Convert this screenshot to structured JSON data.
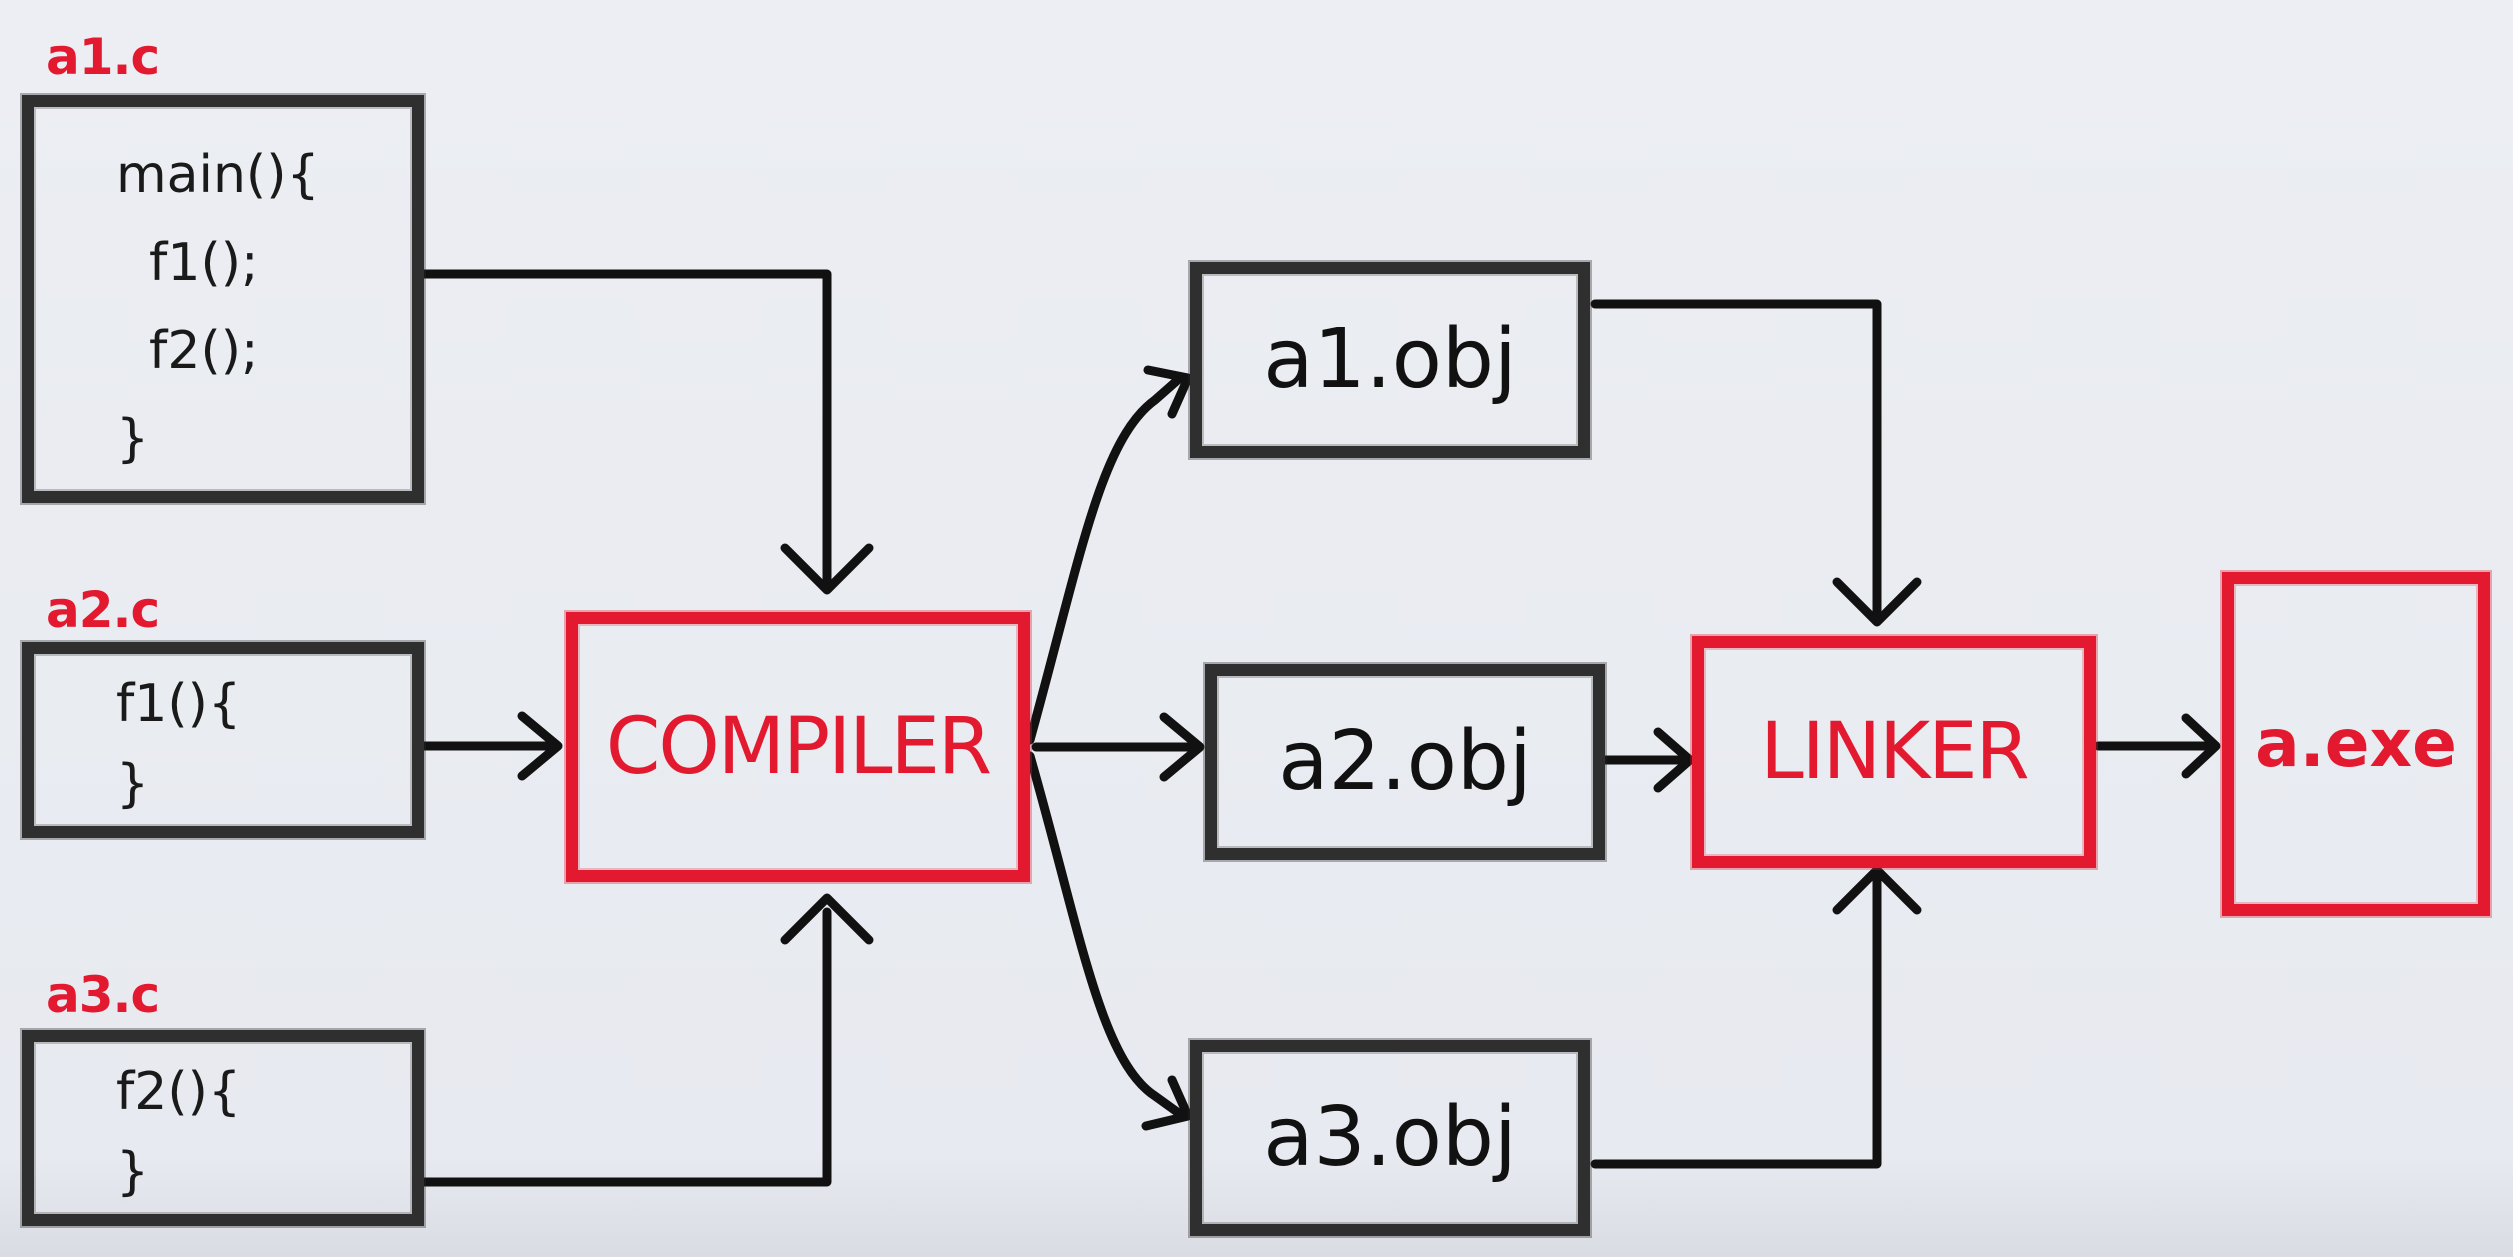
{
  "sources": [
    {
      "name": "a1.c",
      "code": [
        "main(){",
        "  f1();",
        "  f2();",
        "}"
      ]
    },
    {
      "name": "a2.c",
      "code": [
        "f1(){",
        "}"
      ]
    },
    {
      "name": "a3.c",
      "code": [
        "f2(){",
        "}"
      ]
    }
  ],
  "compiler": {
    "label": "COMPILER"
  },
  "objects": [
    {
      "name": "a1.obj"
    },
    {
      "name": "a2.obj"
    },
    {
      "name": "a3.obj"
    }
  ],
  "linker": {
    "label": "LINKER"
  },
  "output": {
    "name": "a.exe"
  },
  "colors": {
    "accent": "#e2192f",
    "stroke": "#2f2f2f",
    "background": "#eceef3"
  }
}
